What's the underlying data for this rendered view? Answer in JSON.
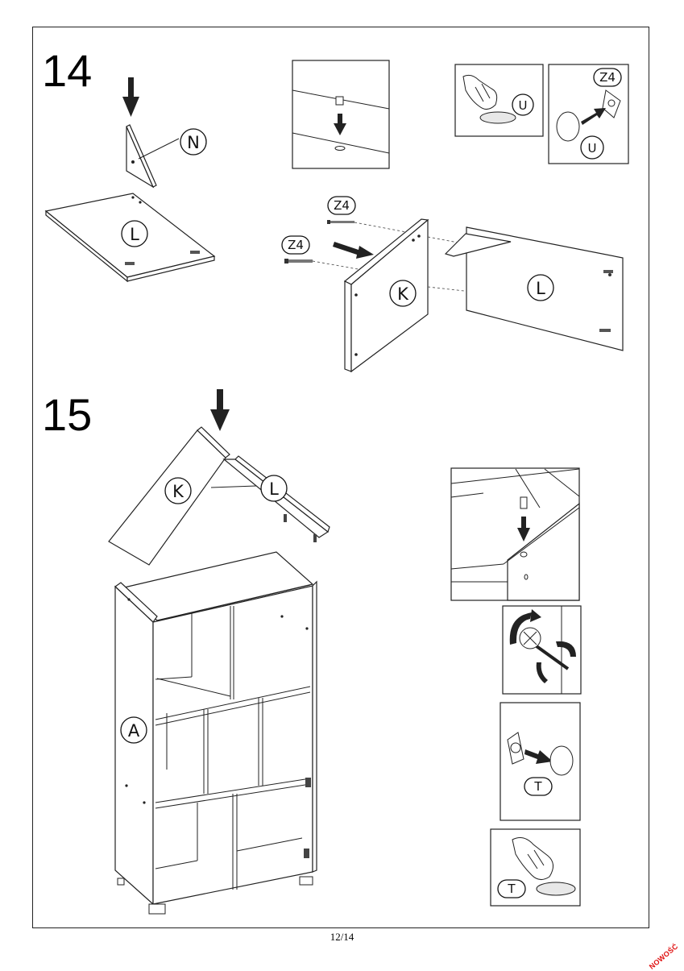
{
  "steps": {
    "step_a": "14",
    "step_b": "15"
  },
  "parts": {
    "n": "N",
    "l": "L",
    "k": "K",
    "a": "A",
    "u": "U",
    "t": "T",
    "z4": "Z4"
  },
  "footer": {
    "page_number": "12/14",
    "badge": "NOWOŚĆ"
  },
  "colors": {
    "line": "#222222",
    "badge": "#e01010",
    "background": "#ffffff"
  }
}
